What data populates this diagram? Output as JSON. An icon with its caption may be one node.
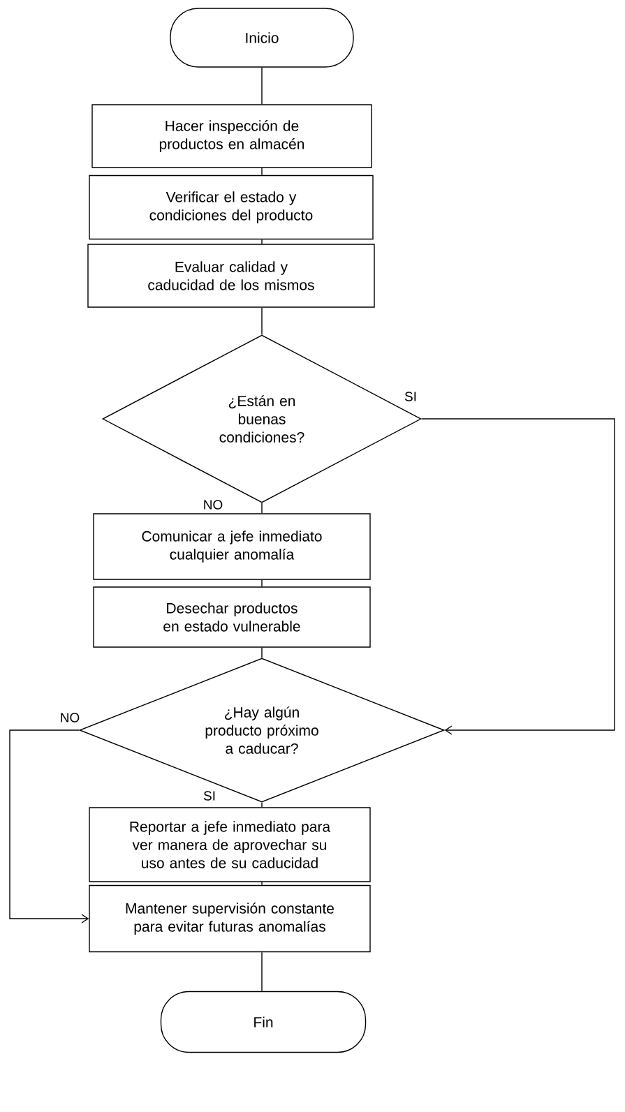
{
  "diagram": {
    "nodes": [
      {
        "text": [
          "Inicio"
        ]
      },
      {
        "text": [
          "Hacer inspección de productos en almacén"
        ]
      },
      {
        "text": [
          "Verificar el estado y condiciones del producto"
        ]
      },
      {
        "text": [
          "Evaluar calidad y caducidad de los mismos"
        ]
      },
      {
        "text": [
          "¿Están en buenas condiciones?"
        ]
      },
      {
        "text": [
          "Comunicar a jefe inmediato cualquier anomalía"
        ]
      },
      {
        "text": [
          "Desechar productos en estado vulnerable"
        ]
      },
      {
        "text": [
          "¿Hay algún producto próximo a caducar?"
        ]
      },
      {
        "text": [
          "Reportar a jefe inmediato para ver manera de aprovechar su uso antes de su caducidad"
        ]
      },
      {
        "text": [
          "Mantener supervisión constante para evitar futuras anomalías"
        ]
      },
      {
        "text": [
          "Fin"
        ]
      }
    ],
    "edges": [
      {
        "from": 0,
        "to": 1,
        "arrow": "none"
      },
      {
        "from": 1,
        "to": 2,
        "arrow": "none"
      },
      {
        "from": 2,
        "to": 3,
        "arrow": "none"
      },
      {
        "from": 3,
        "to": 4,
        "arrow": "none"
      },
      {
        "from": 4,
        "to": 5,
        "arrow": "none",
        "label": "NO"
      },
      {
        "from": 4,
        "to": 7,
        "arrow": "to",
        "label": "SI"
      },
      {
        "from": 5,
        "to": 6,
        "arrow": "none"
      },
      {
        "from": 6,
        "to": 7,
        "arrow": "none"
      },
      {
        "from": 7,
        "to": 8,
        "arrow": "none",
        "label": "SI"
      },
      {
        "from": 7,
        "to": 9,
        "arrow": "to",
        "label": "NO"
      },
      {
        "from": 8,
        "to": 9,
        "arrow": "none"
      },
      {
        "from": 9,
        "to": 10,
        "arrow": "none"
      }
    ]
  }
}
